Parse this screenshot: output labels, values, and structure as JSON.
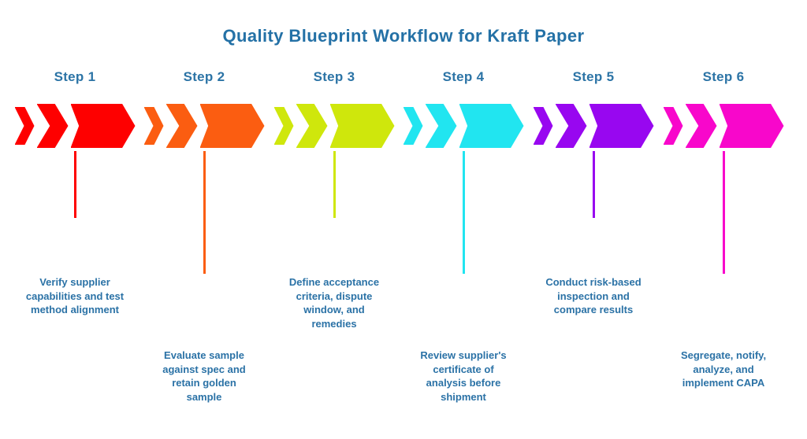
{
  "title": "Quality Blueprint Workflow for Kraft Paper",
  "colors": {
    "background": "#FFFFFF",
    "title": "#2471A6",
    "step_label": "#2C74A6",
    "description": "#2B72A6"
  },
  "steps": [
    {
      "label": "Step 1",
      "color": "#FE0000",
      "line_length": "short",
      "description": "Verify supplier capabilities and test method alignment"
    },
    {
      "label": "Step 2",
      "color": "#FB5D11",
      "line_length": "long",
      "description": "Evaluate sample against spec and retain golden sample"
    },
    {
      "label": "Step 3",
      "color": "#CFE70C",
      "line_length": "short",
      "description": "Define acceptance criteria, dispute window, and remedies"
    },
    {
      "label": "Step 4",
      "color": "#21E5F0",
      "line_length": "long",
      "description": "Review supplier's certificate of analysis before shipment"
    },
    {
      "label": "Step 5",
      "color": "#9807F0",
      "line_length": "short",
      "description": "Conduct risk-based inspection and compare results"
    },
    {
      "label": "Step 6",
      "color": "#F807CB",
      "line_length": "long",
      "description": "Segregate, notify, analyze, and implement CAPA"
    }
  ]
}
